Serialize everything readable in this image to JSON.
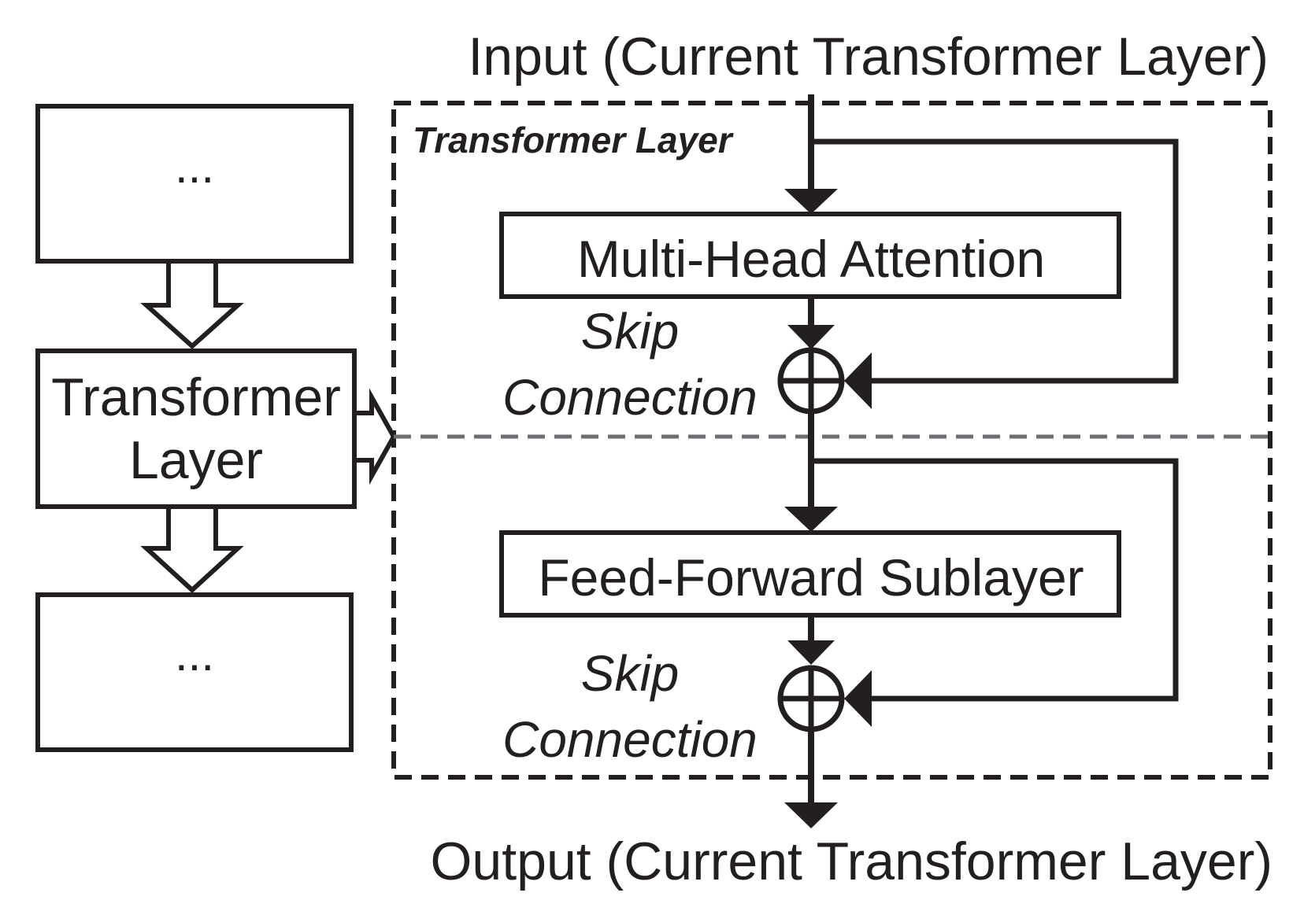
{
  "diagram": {
    "input_label": "Input (Current Transformer Layer)",
    "output_label": "Output (Current Transformer Layer)",
    "container_title": "Transformer Layer",
    "stack": {
      "top_box": "...",
      "middle_box_line1": "Transformer",
      "middle_box_line2": "Layer",
      "bottom_box": "..."
    },
    "attention_box": "Multi-Head Attention",
    "feedforward_box": "Feed-Forward Sublayer",
    "skip1_line1": "Skip",
    "skip1_line2": "Connection",
    "skip2_line1": "Skip",
    "skip2_line2": "Connection"
  },
  "colors": {
    "ink": "#231f20",
    "divider": "#6d6e71",
    "background": "#ffffff"
  }
}
